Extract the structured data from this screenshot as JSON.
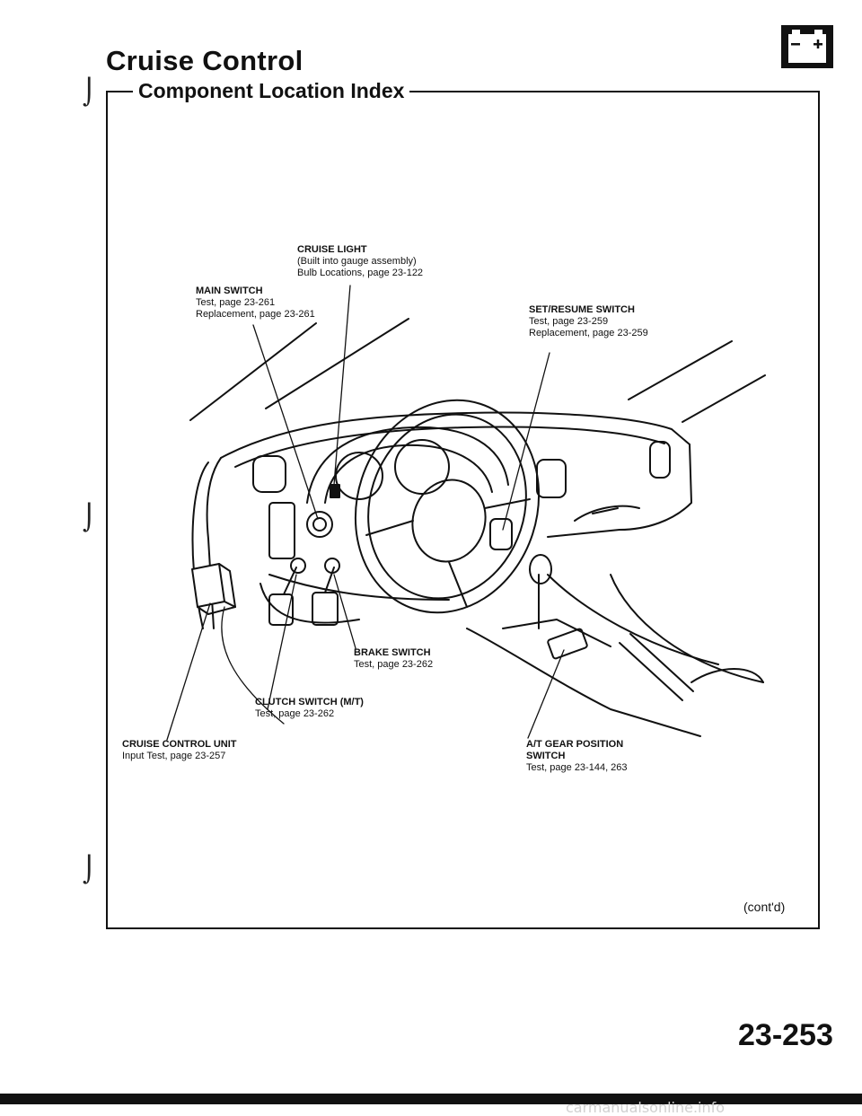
{
  "header": {
    "title": "Cruise Control",
    "subtitle": "Component Location Index"
  },
  "icons": {
    "battery": "battery-disconnect-icon"
  },
  "callouts": {
    "cruise_light": {
      "heading": "CRUISE LIGHT",
      "lines": [
        "(Built into gauge assembly)",
        "Bulb Locations, page 23-122"
      ]
    },
    "main_switch": {
      "heading": "MAIN SWITCH",
      "lines": [
        "Test, page 23-261",
        "Replacement, page 23-261"
      ]
    },
    "set_resume_switch": {
      "heading": "SET/RESUME SWITCH",
      "lines": [
        "Test, page 23-259",
        "Replacement, page 23-259"
      ]
    },
    "brake_switch": {
      "heading": "BRAKE SWITCH",
      "lines": [
        "Test, page 23-262"
      ]
    },
    "clutch_switch": {
      "heading": "CLUTCH SWITCH (M/T)",
      "lines": [
        "Test, page 23-262"
      ]
    },
    "cruise_control_unit": {
      "heading": "CRUISE CONTROL UNIT",
      "lines": [
        "Input Test, page 23-257"
      ]
    },
    "at_gear_position_switch": {
      "heading": "A/T GEAR POSITION",
      "heading2": "SWITCH",
      "lines": [
        "Test, page 23-144, 263"
      ]
    }
  },
  "footer": {
    "continued": "(cont'd)",
    "page_number": "23-253",
    "watermark": "carmanualsonline.info"
  }
}
